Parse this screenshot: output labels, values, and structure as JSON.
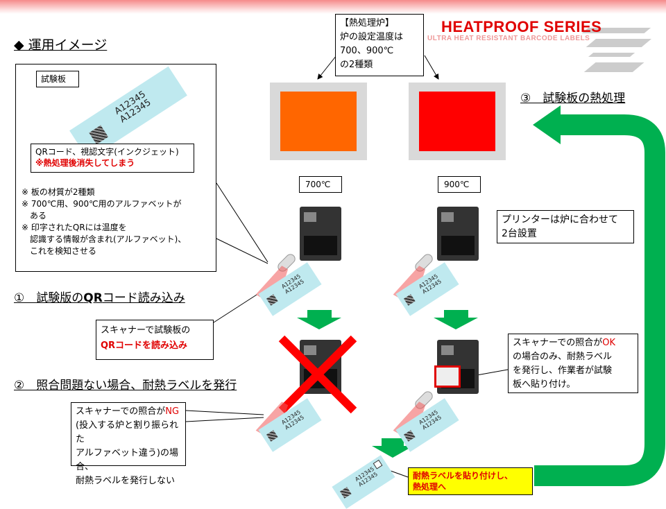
{
  "logo": {
    "title": "HEATPROOF SERIES",
    "subtitle": "ULTRA HEAT RESISTANT BARCODE LABELS"
  },
  "title": "◆ 運用イメージ",
  "plate_text": [
    "A12345",
    "A12345"
  ],
  "info": {
    "plate_label": "試験板",
    "qr_label": "QRコード、視認文字(インクジェット)",
    "qr_warning": "※熱処理後消失してしまう",
    "notes": [
      "※ 板の材質が2種類",
      "※ 700℃用、900℃用のアルファベットが",
      "　ある",
      "※ 印字されたQRには温度を",
      "　認識する情報が含まれ(アルファベット)、",
      "　これを検知させる"
    ]
  },
  "furnace": {
    "lines": [
      "【熱処理炉】",
      "炉の設定温度は",
      "700、900℃",
      "の2種類"
    ],
    "temps": [
      "700℃",
      "900℃"
    ],
    "colors": [
      "#ff6600",
      "#ff0000"
    ]
  },
  "steps": {
    "step1": "①　試験版の",
    "step1_bold": "QR",
    "step1_rest": "コード読み込み",
    "step2": "②　照合問題ない場合、耐熱ラベルを発行",
    "step3": "③　試験板の熱処理"
  },
  "printer_note": [
    "プリンターは炉に合わせて",
    "2台設置"
  ],
  "scan_note": {
    "line1": "スキャナーで試験板の",
    "line2": "QRコードを読み込み"
  },
  "ng_note": {
    "pre": "スキャナーでの照合が",
    "ng": "NG",
    "lines": [
      "(投入する炉と割り振られた",
      "アルファベット違う)の場合、",
      "耐熱ラベルを発行しない"
    ]
  },
  "ok_note": {
    "pre": "スキャナーでの照合が",
    "ok": "OK",
    "lines": [
      "の場合のみ、耐熱ラベル",
      "を発行し、作業者が試験",
      "板へ貼り付け。"
    ]
  },
  "final_note": [
    "耐熱ラベルを貼り付けし、",
    "熱処理へ"
  ],
  "colors": {
    "green": "#00b050",
    "red": "#ff0000",
    "yellow": "#ffff00",
    "plate": "#bfe9ef"
  }
}
